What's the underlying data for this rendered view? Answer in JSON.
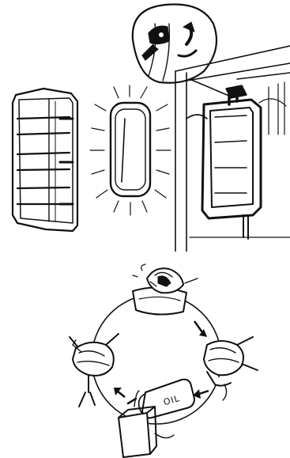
{
  "top_panel": {
    "steps": [
      "remove-dirty-filter",
      "clean-filter",
      "reinstall-filter"
    ],
    "callout": "release-latch"
  },
  "bottom_panel": {
    "can_label": "OIL",
    "cycle": [
      "remove-foam",
      "wash-in-solvent",
      "squeeze-out",
      "apply-oil",
      "squeeze-out",
      "reinstall"
    ]
  },
  "colors": {
    "ink": "#111111",
    "background": "#ffffff"
  }
}
